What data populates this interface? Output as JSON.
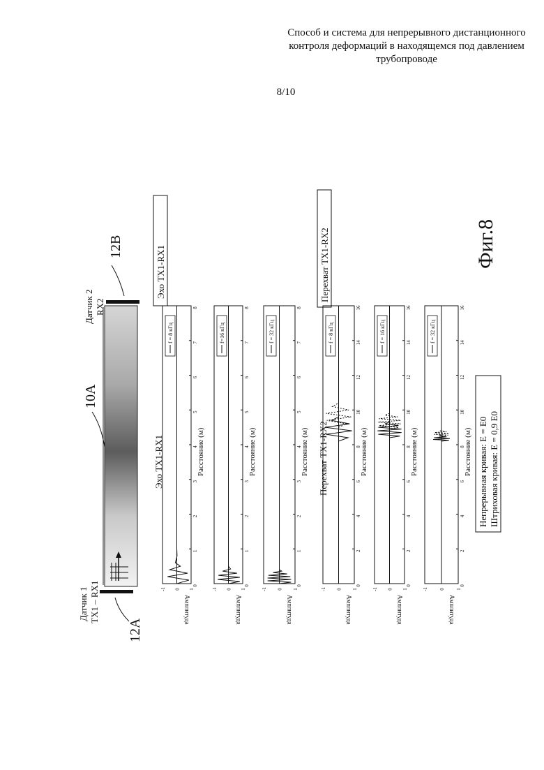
{
  "header": {
    "lines": [
      "Способ и система для непрерывного дистанционного",
      "контроля деформаций в находящемся под давлением",
      "трубопроводе"
    ]
  },
  "page_number": "8/10",
  "figure": {
    "label": "Фиг.8",
    "sensor1_line1": "Датчик 1",
    "sensor1_line2": "TX1 – RX1",
    "sensor2_line1": "Датчик 2",
    "sensor2_line2": "RX2",
    "ref_12a": "12A",
    "ref_12b": "12B",
    "ref_10a": "10A",
    "echo_box": "Эхо TX1-RX1",
    "intercept_box": "Перехват TX1-RX2",
    "echo_title": "Эхо TX1-RX1",
    "intercept_title": "Перехват TX1-RX2",
    "legend_line1": "Непрерывная кривая: E = E0",
    "legend_line2": "Штриховая кривая: E = 0,9 E0",
    "ylabel": "Амплитуда",
    "xlabel": "Расстояние (м)"
  },
  "chart_data": [
    {
      "type": "line",
      "title": "Эхо TX1-RX1",
      "legend": "f = 8 кГц",
      "xlabel": "Расстояние (м)",
      "ylabel": "Амплитуда",
      "xlim": [
        0,
        8
      ],
      "ylim": [
        -1,
        1
      ],
      "xticks": [
        "0",
        "1",
        "2",
        "3",
        "4",
        "5",
        "6",
        "7",
        "8"
      ],
      "yticks": [
        "-1",
        "0",
        "1"
      ],
      "series": [
        {
          "style": "solid",
          "x": [
            0,
            0.1,
            0.2,
            0.3,
            0.4,
            0.5,
            0.6,
            0.8,
            1.0,
            8.0
          ],
          "y": [
            0,
            0.85,
            -0.65,
            0.75,
            -0.5,
            0.25,
            -0.1,
            0.02,
            0,
            0
          ]
        }
      ]
    },
    {
      "type": "line",
      "legend": "f=16 кГц",
      "xlabel": "Расстояние (м)",
      "ylabel": "Амплитуда",
      "xlim": [
        0,
        8
      ],
      "ylim": [
        -1,
        1
      ],
      "xticks": [
        "0",
        "1",
        "2",
        "3",
        "4",
        "5",
        "6",
        "7",
        "8"
      ],
      "yticks": [
        "-1",
        "0",
        "1"
      ],
      "series": [
        {
          "style": "solid",
          "x": [
            0,
            0.06,
            0.12,
            0.18,
            0.24,
            0.3,
            0.36,
            0.42,
            0.5,
            8.0
          ],
          "y": [
            0,
            0.8,
            -0.75,
            0.8,
            -0.7,
            0.6,
            -0.4,
            0.15,
            0,
            0
          ]
        }
      ]
    },
    {
      "type": "line",
      "legend": "f = 32 кГц",
      "xlabel": "Расстояние (м)",
      "ylabel": "Амплитуда",
      "xlim": [
        0,
        8
      ],
      "ylim": [
        -1,
        1
      ],
      "xticks": [
        "0",
        "1",
        "2",
        "3",
        "4",
        "5",
        "6",
        "7",
        "8"
      ],
      "yticks": [
        "-1",
        "0",
        "1"
      ],
      "series": [
        {
          "style": "solid",
          "x": [
            0,
            0.04,
            0.08,
            0.12,
            0.16,
            0.2,
            0.24,
            0.28,
            0.32,
            0.36,
            0.4,
            8.0
          ],
          "y": [
            0,
            0.75,
            -0.75,
            0.75,
            -0.75,
            0.7,
            -0.7,
            0.5,
            -0.4,
            0.15,
            0,
            0
          ]
        }
      ]
    },
    {
      "type": "line",
      "title": "Перехват TX1-RX2",
      "legend": "f = 8 кГц",
      "xlabel": "Расстояние (м)",
      "ylabel": "Амплитуда",
      "xlim": [
        0,
        16
      ],
      "ylim": [
        -1,
        1
      ],
      "xticks": [
        "0",
        "2",
        "4",
        "6",
        "8",
        "10",
        "12",
        "14",
        "16"
      ],
      "yticks": [
        "-1",
        "0",
        "1"
      ],
      "series": [
        {
          "style": "solid",
          "x": [
            0,
            8.2,
            8.4,
            8.6,
            8.8,
            9.0,
            9.2,
            9.4,
            9.6,
            16
          ],
          "y": [
            0,
            0,
            0.6,
            -0.8,
            0.85,
            -0.85,
            0.7,
            -0.45,
            0,
            0
          ]
        },
        {
          "style": "dashed",
          "x": [
            0,
            9.0,
            9.2,
            9.4,
            9.6,
            9.8,
            10.0,
            10.2,
            10.4,
            16
          ],
          "y": [
            0,
            0,
            0.5,
            -0.75,
            0.8,
            -0.8,
            0.65,
            -0.4,
            0,
            0
          ]
        }
      ]
    },
    {
      "type": "line",
      "legend": "f = 16 кГц",
      "xlabel": "Расстояние (м)",
      "ylabel": "Амплитуда",
      "xlim": [
        0,
        16
      ],
      "ylim": [
        -1,
        1
      ],
      "xticks": [
        "0",
        "2",
        "4",
        "6",
        "8",
        "10",
        "12",
        "14",
        "16"
      ],
      "yticks": [
        "-1",
        "0",
        "1"
      ],
      "series": [
        {
          "style": "solid",
          "x": [
            0,
            8.4,
            8.5,
            8.6,
            8.7,
            8.8,
            8.9,
            9.0,
            9.1,
            9.2,
            9.3,
            16
          ],
          "y": [
            0,
            0,
            0.7,
            -0.75,
            0.8,
            -0.8,
            0.8,
            -0.75,
            0.6,
            -0.3,
            0,
            0
          ]
        },
        {
          "style": "dashed",
          "x": [
            0,
            8.9,
            9.0,
            9.1,
            9.2,
            9.3,
            9.4,
            9.5,
            9.6,
            9.7,
            9.8,
            16
          ],
          "y": [
            0,
            0,
            0.6,
            -0.7,
            0.75,
            -0.75,
            0.75,
            -0.7,
            0.55,
            -0.3,
            0,
            0
          ]
        }
      ]
    },
    {
      "type": "line",
      "legend": "f = 32 кГц",
      "xlabel": "Расстояние (м)",
      "ylabel": "Амплитуда",
      "xlim": [
        0,
        16
      ],
      "ylim": [
        -1,
        1
      ],
      "xticks": [
        "0",
        "2",
        "4",
        "6",
        "8",
        "10",
        "12",
        "14",
        "16"
      ],
      "yticks": [
        "-1",
        "0",
        "1"
      ],
      "series": [
        {
          "style": "solid",
          "x": [
            0,
            8.2,
            8.25,
            8.3,
            8.35,
            8.4,
            8.45,
            8.5,
            8.55,
            16
          ],
          "y": [
            0,
            0,
            0.45,
            -0.5,
            0.5,
            -0.45,
            0.3,
            -0.15,
            0,
            0
          ]
        },
        {
          "style": "dashed",
          "x": [
            0,
            8.5,
            8.55,
            8.6,
            8.65,
            8.7,
            8.75,
            8.8,
            8.85,
            16
          ],
          "y": [
            0,
            0,
            0.4,
            -0.45,
            0.45,
            -0.4,
            0.3,
            -0.1,
            0,
            0
          ]
        }
      ]
    }
  ]
}
